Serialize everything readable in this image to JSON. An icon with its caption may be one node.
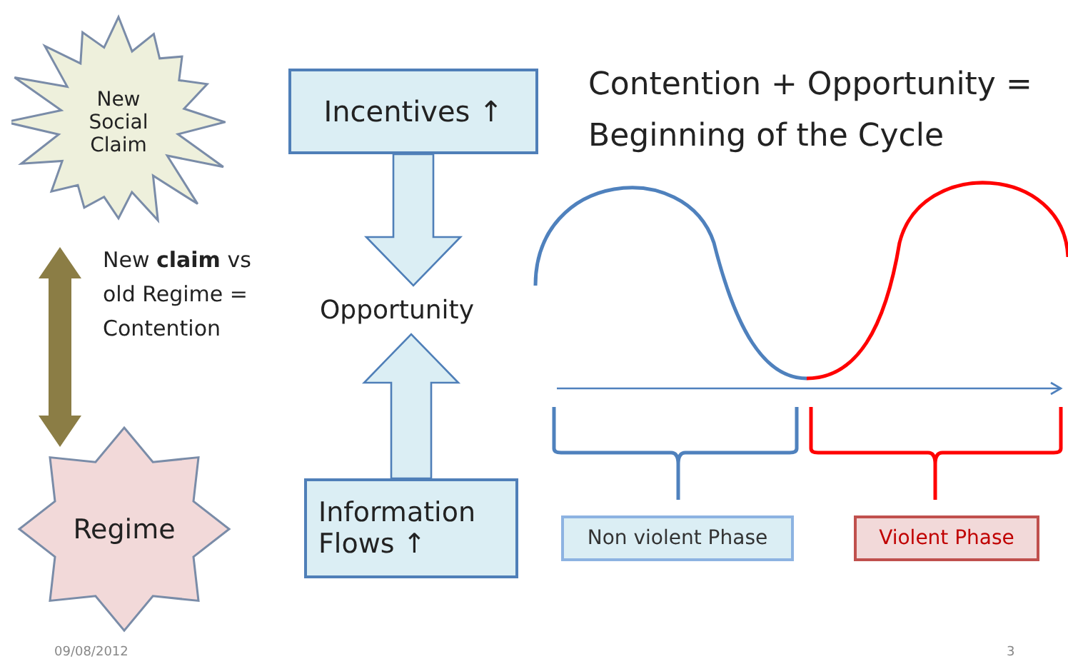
{
  "diagram": {
    "title": "Contention + Opportunity = Beginning of the Cycle",
    "nodes": [
      {
        "text": [
          "New Social Claim"
        ]
      },
      {
        "text": [
          "Regime"
        ]
      },
      {
        "text": [
          "Incentives ↑"
        ]
      },
      {
        "text": [
          "Opportunity"
        ]
      },
      {
        "text": [
          "Information Flows ↑"
        ]
      },
      {
        "text": [
          "Non violent Phase"
        ]
      },
      {
        "text": [
          "Violent Phase"
        ]
      }
    ],
    "edges": [
      {
        "from": 0,
        "to": 1,
        "arrow": "both",
        "style": "thick",
        "color": "#8b7d45"
      },
      {
        "from": 2,
        "to": 3,
        "arrow": "to",
        "style": "thick"
      },
      {
        "from": 4,
        "to": 3,
        "arrow": "to",
        "style": "thick"
      }
    ],
    "labels": [
      "New **claim** vs old Regime = Contention",
      "09/08/2012",
      "3"
    ]
  }
}
